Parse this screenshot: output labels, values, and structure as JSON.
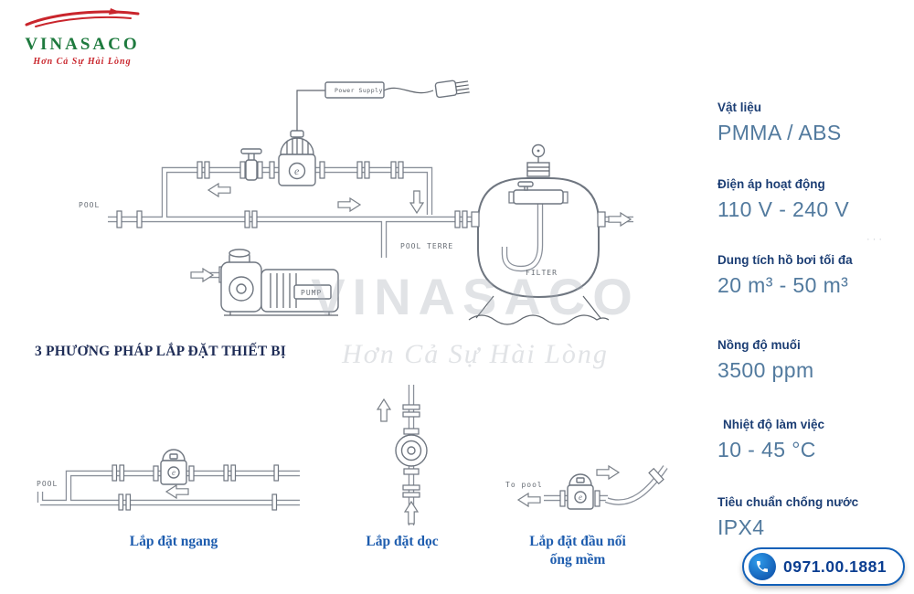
{
  "logo": {
    "name": "VINASACO",
    "tagline": "Hơn Cả Sự Hài Lòng"
  },
  "watermark": {
    "name": "VINASACO",
    "tagline": "Hơn Cả Sự Hài Lòng"
  },
  "main_diagram": {
    "pool": "POOL",
    "pool_terre": "POOL TERRE",
    "pump": "PUMP",
    "filter": "FILTER",
    "power_supply": "Power Supply",
    "device_mark": "e"
  },
  "section_title": "3 PHƯƠNG PHÁP LẮP ĐẶT THIẾT BỊ",
  "methods": [
    {
      "label": "Lắp đặt ngang",
      "pool": "POOL",
      "device_mark": "e"
    },
    {
      "label": "Lắp đặt dọc"
    },
    {
      "label": "Lắp đặt đầu nối ống mềm",
      "to_pool": "To pool",
      "device_mark": "e"
    }
  ],
  "specs": [
    {
      "label": "Vật liệu",
      "value": "PMMA / ABS"
    },
    {
      "label": "Điện áp hoạt động",
      "value": "110 V - 240 V"
    },
    {
      "label": "Dung tích hồ bơi tối đa",
      "value": "20 m³ - 50 m³"
    },
    {
      "label": "Nồng độ muối",
      "value": "3500 ppm"
    },
    {
      "label": "Nhiệt độ làm việc",
      "value": "10 - 45 °C"
    },
    {
      "label": "Tiêu chuẩn chống nước",
      "value": "IPX4"
    }
  ],
  "contact": {
    "phone": "0971.00.1881"
  },
  "decor": {
    "dots": "···"
  },
  "colors": {
    "accent_blue": "#1d5cae",
    "navy": "#1f2d57",
    "value_blue": "#527a9e",
    "brand_green": "#1e7a3e",
    "brand_red": "#c9252c"
  }
}
